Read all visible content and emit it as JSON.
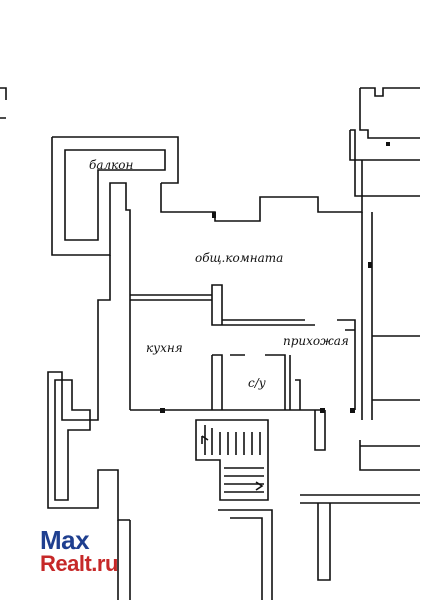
{
  "plan": {
    "rooms": {
      "balkon": "балкон",
      "obsh_komnata": "общ.комната",
      "kuhnya": "кухня",
      "prihozhaya": "прихожая",
      "sanuzel": "с/у"
    }
  },
  "watermark": {
    "line1": "Max",
    "line2": "Realt.ru",
    "colors": {
      "line1": "#1f3f8f",
      "line2": "#c62828"
    }
  }
}
